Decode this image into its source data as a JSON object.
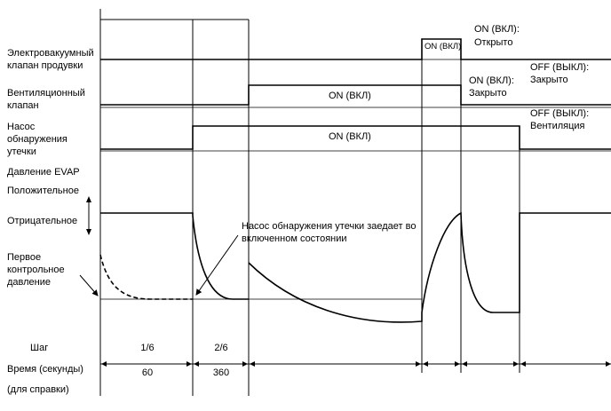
{
  "signals": {
    "purge_valve": {
      "label_line1": "Электровакуумный",
      "label_line2": "клапан продувки",
      "on_box": "ON (ВКЛ)",
      "on_state_line1": "ON (ВКЛ):",
      "on_state_line2": "Открыто",
      "off_state_line1": "OFF (ВЫКЛ):",
      "off_state_line2": "Закрыто"
    },
    "vent_valve": {
      "label_line1": "Вентиляционный",
      "label_line2": "клапан",
      "on_label": "ON (ВКЛ)",
      "on_state_line1": "ON (ВКЛ):",
      "on_state_line2": "Закрыто",
      "off_state_line1": "OFF (ВЫКЛ):",
      "off_state_line2": "Вентиляция"
    },
    "leak_pump": {
      "label_line1": "Насос",
      "label_line2": "обнаружения",
      "label_line3": "утечки",
      "on_label": "ON (ВКЛ)"
    },
    "evap": {
      "label": "Давление EVAP",
      "positive": "Положительное",
      "negative": "Отрицательное",
      "first_ref_line1": "Первое",
      "first_ref_line2": "контрольное",
      "first_ref_line3": "давление",
      "annotation_line1": "Насос обнаружения утечки заедает во",
      "annotation_line2": "включенном состоянии"
    }
  },
  "footer": {
    "step_label": "Шаг",
    "time_label": "Время (секунды)",
    "ref_label": "(для справки)",
    "steps": [
      "1/6",
      "2/6"
    ],
    "times": [
      "60",
      "360"
    ]
  }
}
